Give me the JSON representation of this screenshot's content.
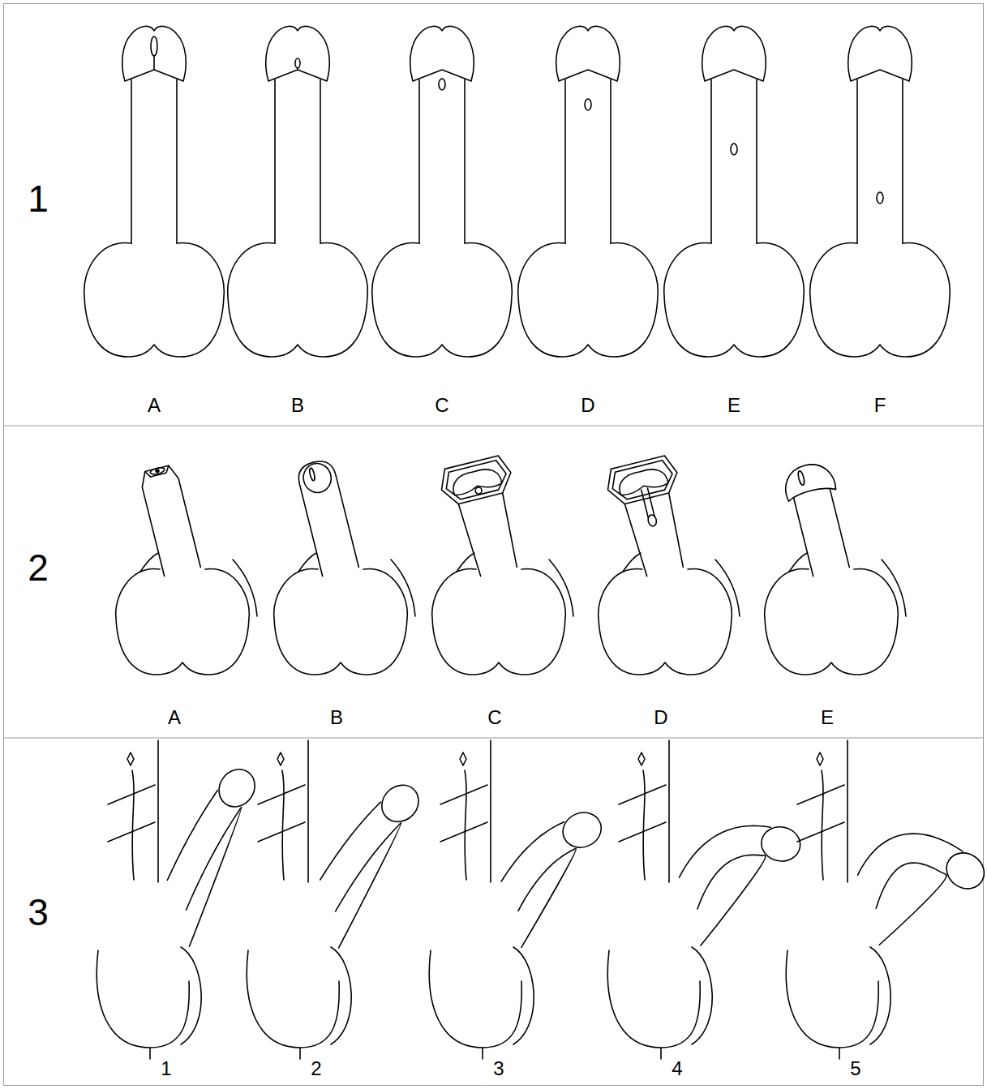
{
  "diagram": {
    "labels": [
      "1",
      "A",
      "B",
      "C",
      "D",
      "E",
      "F",
      "2",
      "A",
      "B",
      "C",
      "D",
      "E",
      "3",
      "1",
      "2",
      "3",
      "4",
      "5"
    ]
  }
}
